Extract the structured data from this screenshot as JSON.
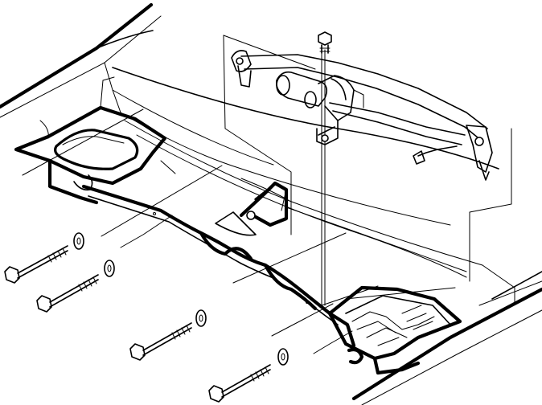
{
  "diagram": {
    "kind": "exploded-view line drawing",
    "labels": [],
    "parts": [
      "cowl-top-panel",
      "wiper-linkage",
      "wiper-motor",
      "cowl-brace",
      "mounting-bolts-with-washers",
      "linkage-mounting-bolts",
      "fuse-relay-box"
    ],
    "colors": {
      "line": "#000000",
      "background": "#ffffff"
    }
  }
}
